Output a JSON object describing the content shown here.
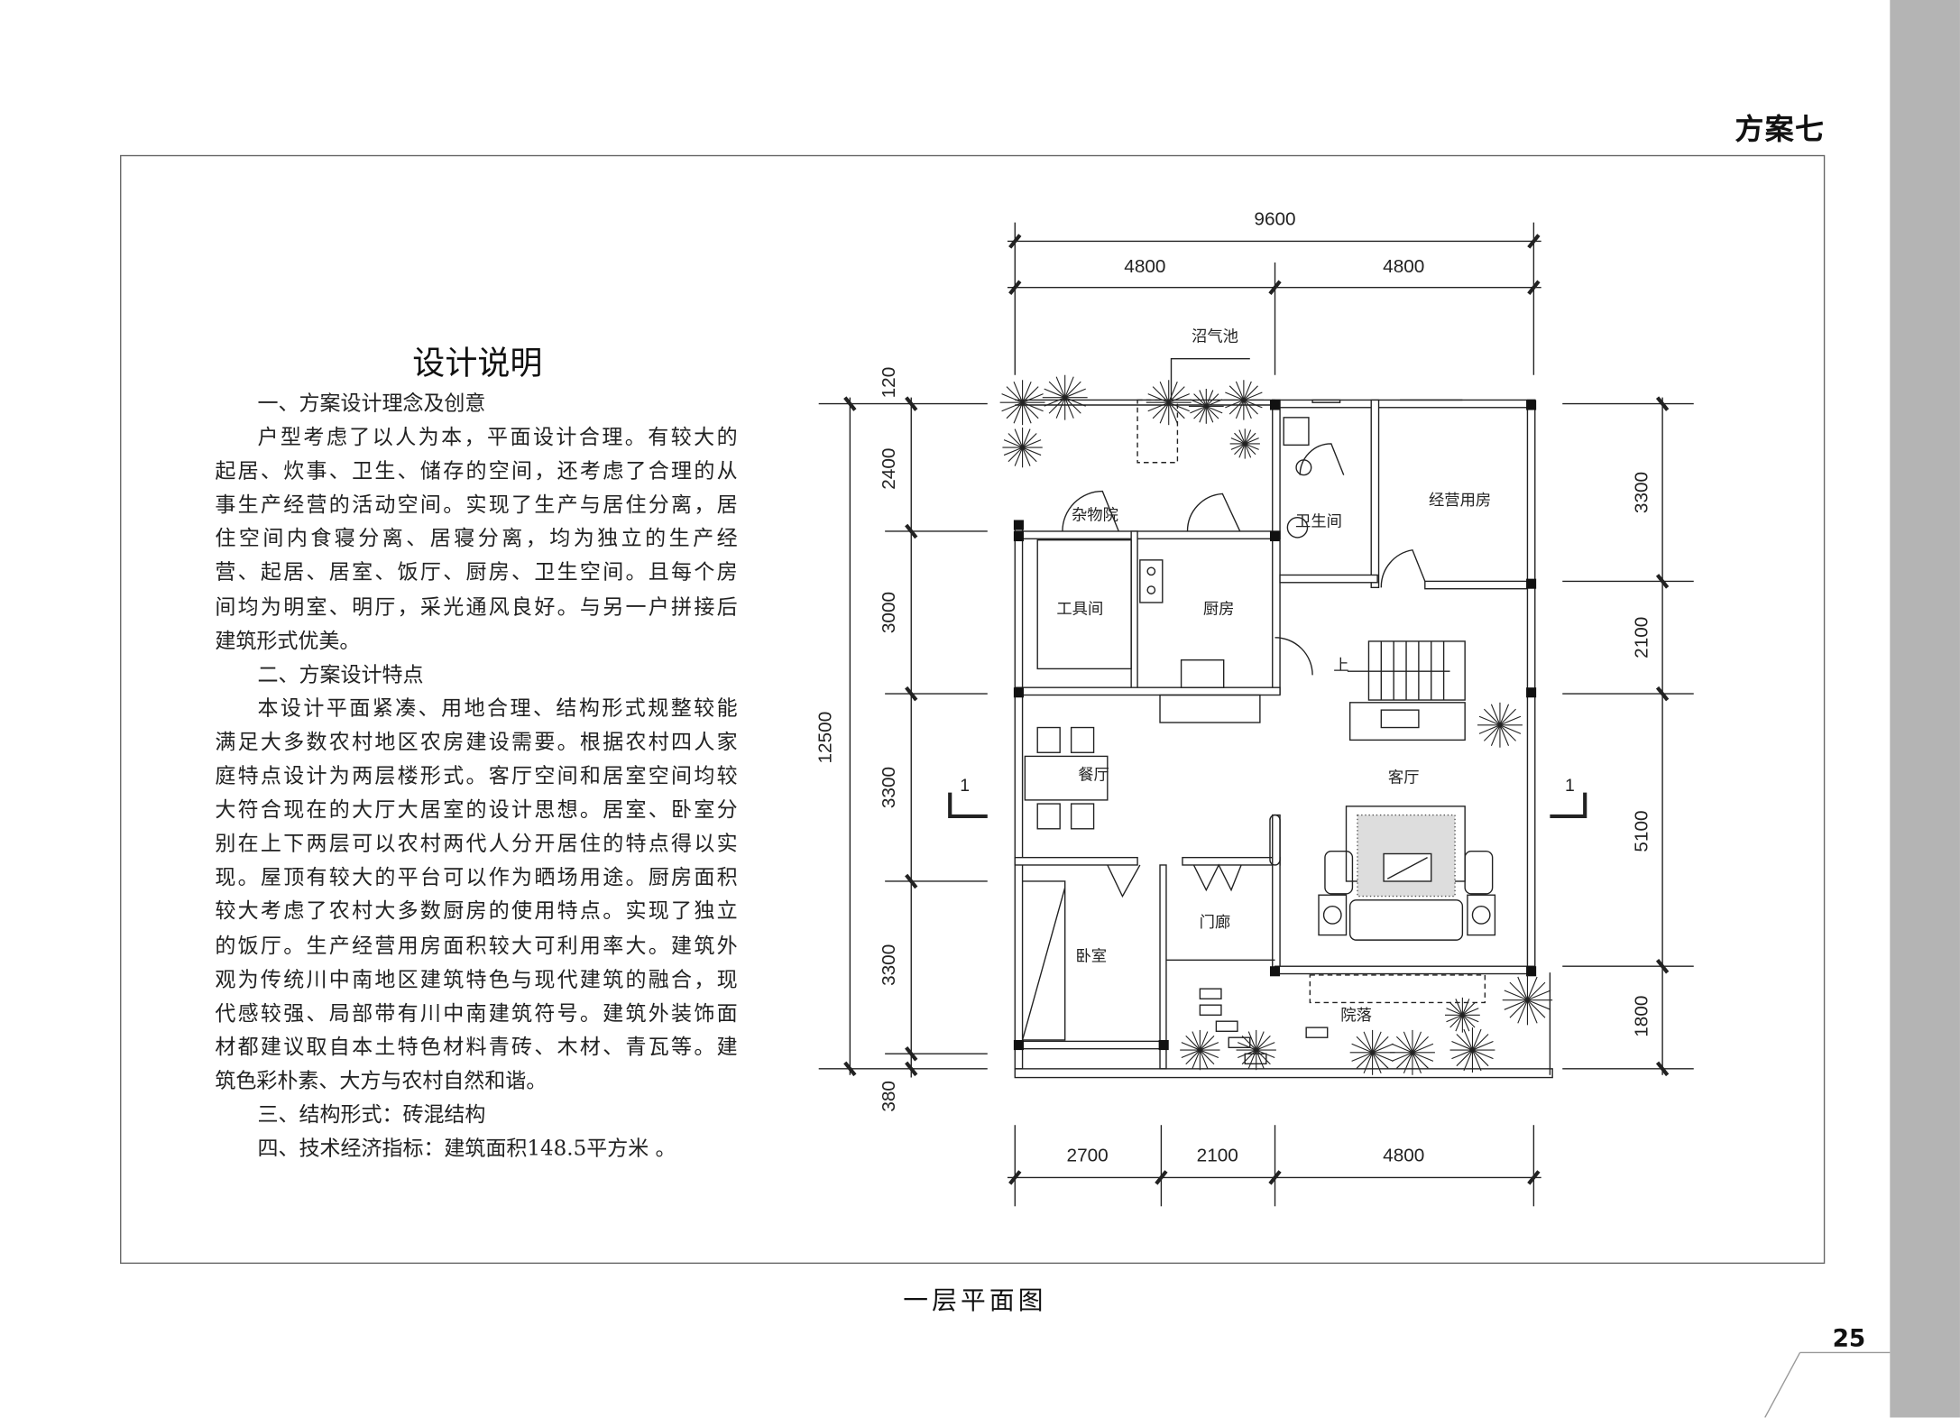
{
  "header": {
    "scheme_title": "方案七",
    "page_number": "25"
  },
  "caption": "一层平面图",
  "description": {
    "title": "设计说明",
    "lines": [
      {
        "text": "一、方案设计理念及创意",
        "kind": "head"
      },
      {
        "text": "户型考虑了以人为本，平面设计合理。有较大的",
        "kind": "ind"
      },
      {
        "text": "起居、炊事、卫生、储存的空间，还考虑了合理的从",
        "kind": "full"
      },
      {
        "text": "事生产经营的活动空间。实现了生产与居住分离，居",
        "kind": "full"
      },
      {
        "text": "住空间内食寝分离、居寝分离，均为独立的生产经",
        "kind": "full"
      },
      {
        "text": "营、起居、居室、饭厅、厨房、卫生空间。且每个房",
        "kind": "full"
      },
      {
        "text": "间均为明室、明厅，采光通风良好。与另一户拼接后",
        "kind": "full"
      },
      {
        "text": "建筑形式优美。",
        "kind": "last"
      },
      {
        "text": "二、方案设计特点",
        "kind": "head"
      },
      {
        "text": "本设计平面紧凑、用地合理、结构形式规整较能",
        "kind": "ind"
      },
      {
        "text": "满足大多数农村地区农房建设需要。根据农村四人家",
        "kind": "full"
      },
      {
        "text": "庭特点设计为两层楼形式。客厅空间和居室空间均较",
        "kind": "full"
      },
      {
        "text": "大符合现在的大厅大居室的设计思想。居室、卧室分",
        "kind": "full"
      },
      {
        "text": "别在上下两层可以农村两代人分开居住的特点得以实",
        "kind": "full"
      },
      {
        "text": "现。屋顶有较大的平台可以作为晒场用途。厨房面积",
        "kind": "full"
      },
      {
        "text": "较大考虑了农村大多数厨房的使用特点。实现了独立",
        "kind": "full"
      },
      {
        "text": "的饭厅。生产经营用房面积较大可利用率大。建筑外",
        "kind": "full"
      },
      {
        "text": "观为传统川中南地区建筑特色与现代建筑的融合，现",
        "kind": "full"
      },
      {
        "text": "代感较强、局部带有川中南建筑符号。建筑外装饰面",
        "kind": "full"
      },
      {
        "text": "材都建议取自本土特色材料青砖、木材、青瓦等。建",
        "kind": "full"
      },
      {
        "text": "筑色彩朴素、大方与农村自然和谐。",
        "kind": "last"
      },
      {
        "text": "三、结构形式：砖混结构",
        "kind": "head"
      },
      {
        "text": "四、技术经济指标：建筑面积148.5平方米 。",
        "kind": "head"
      }
    ]
  },
  "plan": {
    "dims_top": {
      "total": "9600",
      "left": "4800",
      "right": "4800"
    },
    "dims_bottom": [
      "2700",
      "2100",
      "4800"
    ],
    "dims_left": {
      "total": "12500",
      "segments": [
        "120",
        "2400",
        "3000",
        "3300",
        "3300",
        "380"
      ]
    },
    "dims_right": [
      "3300",
      "2100",
      "5100",
      "1800"
    ],
    "rooms": {
      "biogas": "沼气池",
      "utility_yard": "杂物院",
      "bathroom": "卫生间",
      "shop": "经营用房",
      "tool_room": "工具间",
      "kitchen": "厨房",
      "stairs_up": "上",
      "dining": "餐厅",
      "living": "客厅",
      "porch": "门廊",
      "bedroom": "卧室",
      "courtyard": "院落"
    },
    "section_mark": "1"
  },
  "colors": {
    "strip": "#b4b4b4",
    "line": "#222222"
  }
}
